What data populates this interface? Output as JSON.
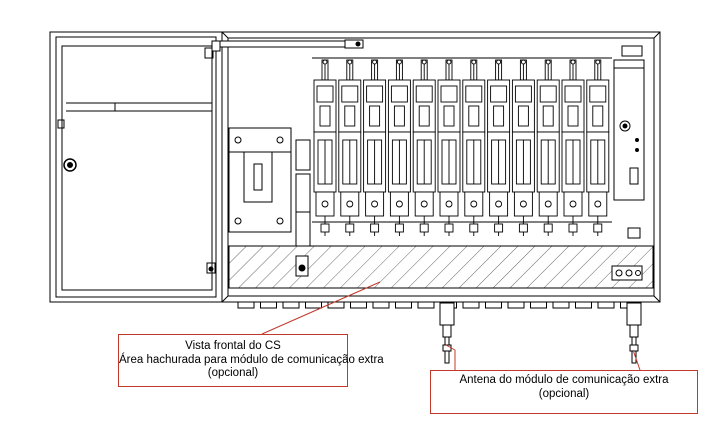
{
  "callouts": {
    "front_view": {
      "line1": "Vista frontal do CS",
      "line2": "Área hachurada para módulo de comunicação extra",
      "line3": "(opcional)"
    },
    "antenna": {
      "line1": "Antena do módulo de comunicação extra",
      "line2": "(opcional)"
    }
  },
  "drawing": {
    "breaker_modules": 12,
    "antennas": 2,
    "leader_color": "#c0392b",
    "line_color": "#000000"
  }
}
